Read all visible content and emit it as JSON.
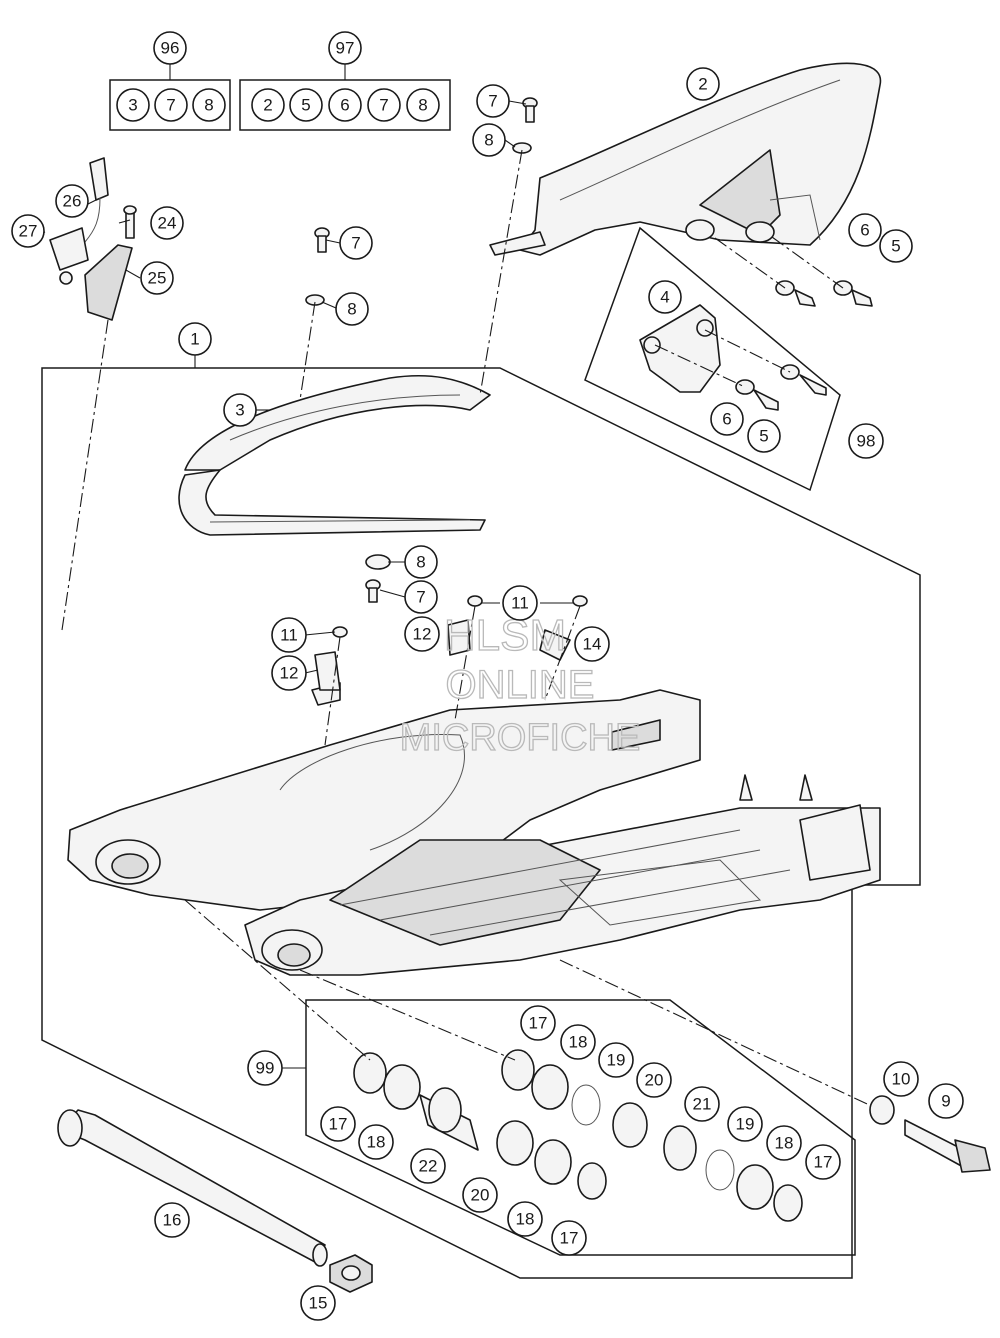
{
  "watermark": {
    "line1": "HLSM",
    "line2": "ONLINE",
    "line3": "MICROFICHE"
  },
  "kits": [
    {
      "id": "kit-96",
      "label": "96",
      "members": [
        "3",
        "7",
        "8"
      ]
    },
    {
      "id": "kit-97",
      "label": "97",
      "members": [
        "2",
        "5",
        "6",
        "7",
        "8"
      ]
    }
  ],
  "callouts": {
    "c1": "1",
    "c2": "2",
    "c3": "3",
    "c4": "4",
    "c5a": "5",
    "c5b": "5",
    "c6a": "6",
    "c6b": "6",
    "c7a": "7",
    "c7b": "7",
    "c7c": "7",
    "c8a": "8",
    "c8b": "8",
    "c8c": "8",
    "c9": "9",
    "c10": "10",
    "c11a": "11",
    "c11b": "11",
    "c12a": "12",
    "c12b": "12",
    "c14": "14",
    "c15": "15",
    "c16": "16",
    "c17a": "17",
    "c17b": "17",
    "c17c": "17",
    "c17d": "17",
    "c18a": "18",
    "c18b": "18",
    "c18c": "18",
    "c18d": "18",
    "c19a": "19",
    "c19b": "19",
    "c20a": "20",
    "c20b": "20",
    "c21": "21",
    "c22": "22",
    "c24": "24",
    "c25": "25",
    "c26": "26",
    "c27": "27",
    "c98": "98",
    "c99": "99"
  }
}
